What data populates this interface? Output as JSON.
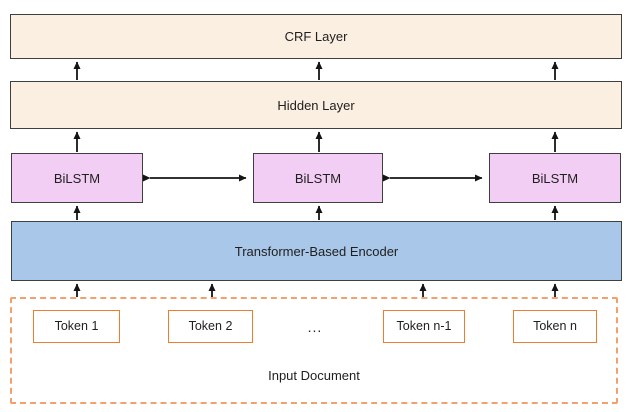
{
  "colors": {
    "background": "#ffffff",
    "layer_fill": "#fbefe2",
    "bilstm_fill": "#f3cef4",
    "encoder_fill": "#a9c7e8",
    "box_border": "#3f3f3f",
    "token_border": "#ed7d31",
    "dash_border": "#f2a16c",
    "arrow": "#141414",
    "text": "#1f1f1f"
  },
  "nodes": {
    "crf": {
      "label": "CRF Layer"
    },
    "hidden": {
      "label": "Hidden Layer"
    },
    "bilstm": [
      {
        "label": "BiLSTM"
      },
      {
        "label": "BiLSTM"
      },
      {
        "label": "BiLSTM"
      }
    ],
    "encoder": {
      "label": "Transformer-Based Encoder"
    },
    "input": {
      "label": "Input Document",
      "ellipsis": "...",
      "tokens": [
        {
          "label": "Token 1"
        },
        {
          "label": "Token 2"
        },
        {
          "label": "Token n-1"
        },
        {
          "label": "Token n"
        }
      ]
    }
  },
  "edges": [
    {
      "from": "hidden",
      "to": "crf",
      "type": "up-arrow",
      "count": 3
    },
    {
      "from": "bilstm",
      "to": "hidden",
      "type": "up-arrow",
      "count": 3
    },
    {
      "from": "encoder",
      "to": "bilstm",
      "type": "up-arrow",
      "count": 3
    },
    {
      "from": "tokens",
      "to": "encoder",
      "type": "up-arrow",
      "count": 4
    },
    {
      "from": "bilstm-left",
      "to": "bilstm-center",
      "type": "double-arrow"
    },
    {
      "from": "bilstm-center",
      "to": "bilstm-right",
      "type": "double-arrow"
    }
  ]
}
